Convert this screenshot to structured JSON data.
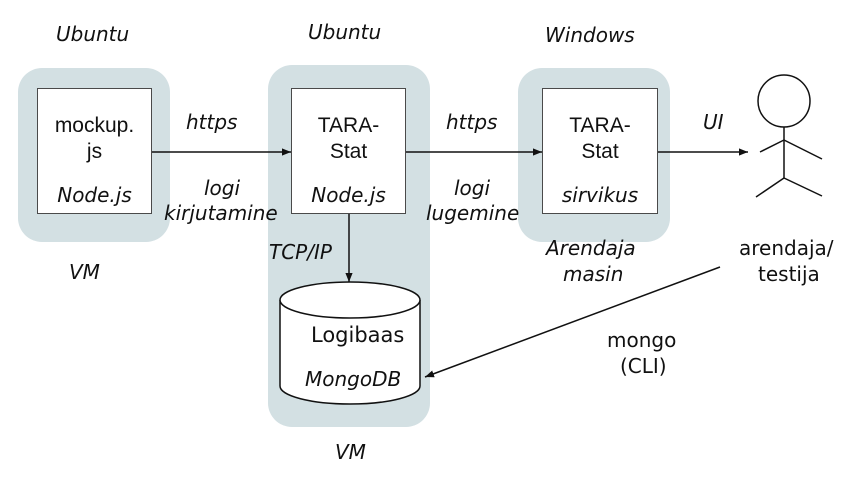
{
  "colors": {
    "panel": "#d3e0e3",
    "line": "#111111",
    "box_border": "#4a4a4a"
  },
  "nodes": {
    "mockup": {
      "os": "Ubuntu",
      "title_line1": "mockup.",
      "title_line2": "js",
      "tech": "Node.js",
      "host": "VM"
    },
    "tarastat_server": {
      "os": "Ubuntu",
      "title_line1": "TARA-",
      "title_line2": "Stat",
      "tech": "Node.js",
      "host": "VM"
    },
    "database": {
      "title": "Logibaas",
      "tech": "MongoDB"
    },
    "tarastat_browser": {
      "os": "Windows",
      "title_line1": "TARA-",
      "title_line2": "Stat",
      "tech": "sirvikus",
      "host_line1": "Arendaja",
      "host_line2": "masin"
    },
    "actor": {
      "label_line1": "arendaja/",
      "label_line2": "testija",
      "icon": "stick-figure-icon"
    }
  },
  "edges": {
    "mockup_to_server": {
      "protocol": "https",
      "purpose_line1": "logi",
      "purpose_line2": "kirjutamine"
    },
    "server_to_browser": {
      "protocol": "https",
      "purpose_line1": "logi",
      "purpose_line2": "lugemine"
    },
    "browser_to_actor": {
      "protocol": "UI"
    },
    "server_to_db": {
      "protocol": "TCP/IP"
    },
    "actor_to_db": {
      "label_line1": "mongo",
      "label_line2": "(CLI)"
    }
  }
}
